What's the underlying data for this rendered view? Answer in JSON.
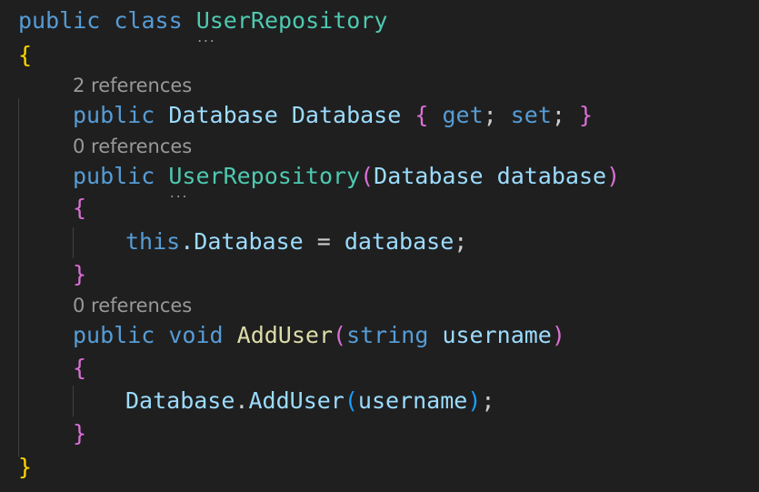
{
  "code": {
    "l1": {
      "kw_public": "public",
      "kw_class": "class",
      "class_name": "UserRepository"
    },
    "l2": {
      "brace": "{"
    },
    "lens1": "2 references",
    "l3": {
      "kw_public": "public",
      "type": "Database",
      "prop": "Database",
      "open": "{",
      "get": "get",
      "semi1": ";",
      "set": "set",
      "semi2": ";",
      "close": "}"
    },
    "lens2": "0 references",
    "l4": {
      "kw_public": "public",
      "ctor_name": "UserRepository",
      "paren_open": "(",
      "param_type": "Database",
      "param_name": "database",
      "paren_close": ")"
    },
    "l5": {
      "brace": "{"
    },
    "l6": {
      "kw_this": "this",
      "dot_prop": ".Database",
      "assign": " = ",
      "value": "database",
      "semi": ";"
    },
    "l7": {
      "brace": "}"
    },
    "lens3": "0 references",
    "l8": {
      "kw_public": "public",
      "kw_void": "void",
      "method_name": "AddUser",
      "paren_open": "(",
      "param_type": "string",
      "param_name": "username",
      "paren_close": ")"
    },
    "l9": {
      "brace": "{"
    },
    "l10": {
      "obj": "Database",
      "dot": ".",
      "method": "AddUser",
      "paren_open": "(",
      "arg": "username",
      "paren_close": ")",
      "semi": ";"
    },
    "l11": {
      "brace": "}"
    },
    "l12": {
      "brace": "}"
    }
  }
}
